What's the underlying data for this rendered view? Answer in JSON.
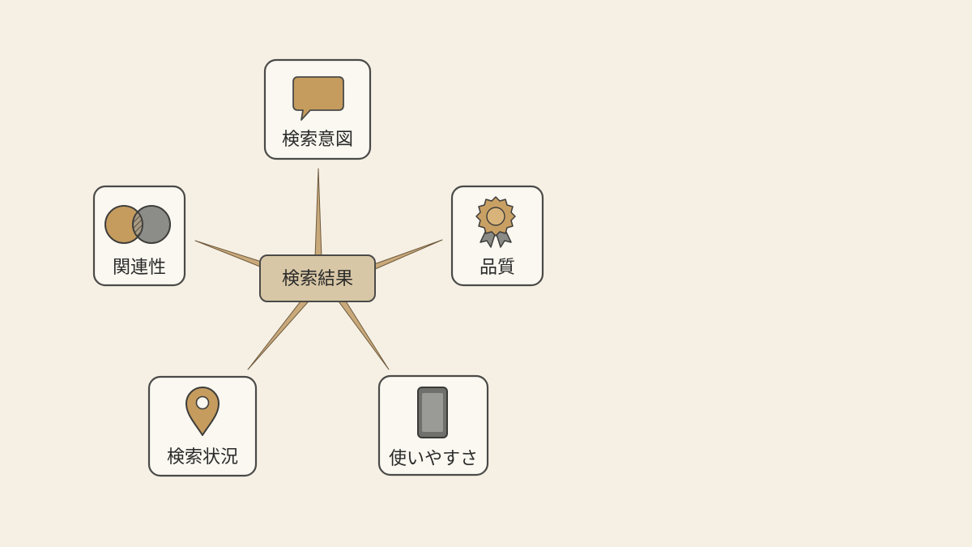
{
  "center": {
    "label": "検索結果"
  },
  "nodes": {
    "intent": {
      "label": "検索意図",
      "icon": "speech-bubble-icon"
    },
    "quality": {
      "label": "品質",
      "icon": "award-ribbon-icon"
    },
    "usability": {
      "label": "使いやすさ",
      "icon": "smartphone-icon"
    },
    "context": {
      "label": "検索状況",
      "icon": "map-pin-icon"
    },
    "relevance": {
      "label": "関連性",
      "icon": "venn-diagram-icon"
    }
  },
  "colors": {
    "background": "#f6f0e4",
    "accent_tan": "#c9a064",
    "accent_gray": "#8c8c88",
    "center_fill": "#d8c7a6",
    "ink": "#4a4a48"
  }
}
